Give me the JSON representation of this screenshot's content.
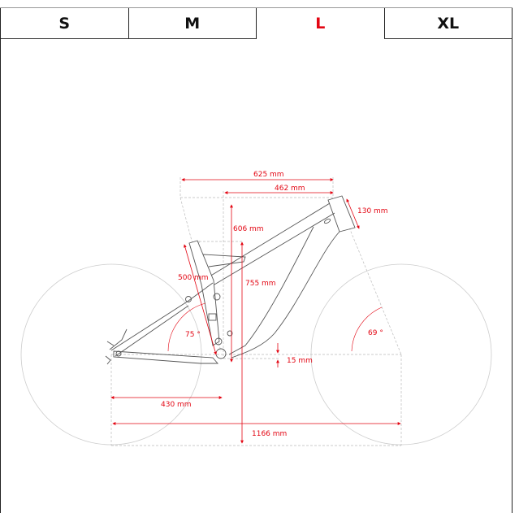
{
  "size_tabs": [
    {
      "label": "S",
      "active": false
    },
    {
      "label": "M",
      "active": false
    },
    {
      "label": "L",
      "active": true
    },
    {
      "label": "XL",
      "active": false
    }
  ],
  "colors": {
    "accent": "#e30613",
    "frame": "#555555",
    "guide": "#bbbbbb",
    "text": "#111111"
  },
  "geometry": {
    "reach_625": "625 mm",
    "stack_462": "462 mm",
    "head_tube": "130 mm",
    "stack_606": "606 mm",
    "seat_tube": "500 mm",
    "seat_height": "755 mm",
    "seat_angle": "75 °",
    "head_angle": "69 °",
    "bb_drop": "15 mm",
    "chainstay": "430 mm",
    "wheelbase": "1166 mm"
  }
}
